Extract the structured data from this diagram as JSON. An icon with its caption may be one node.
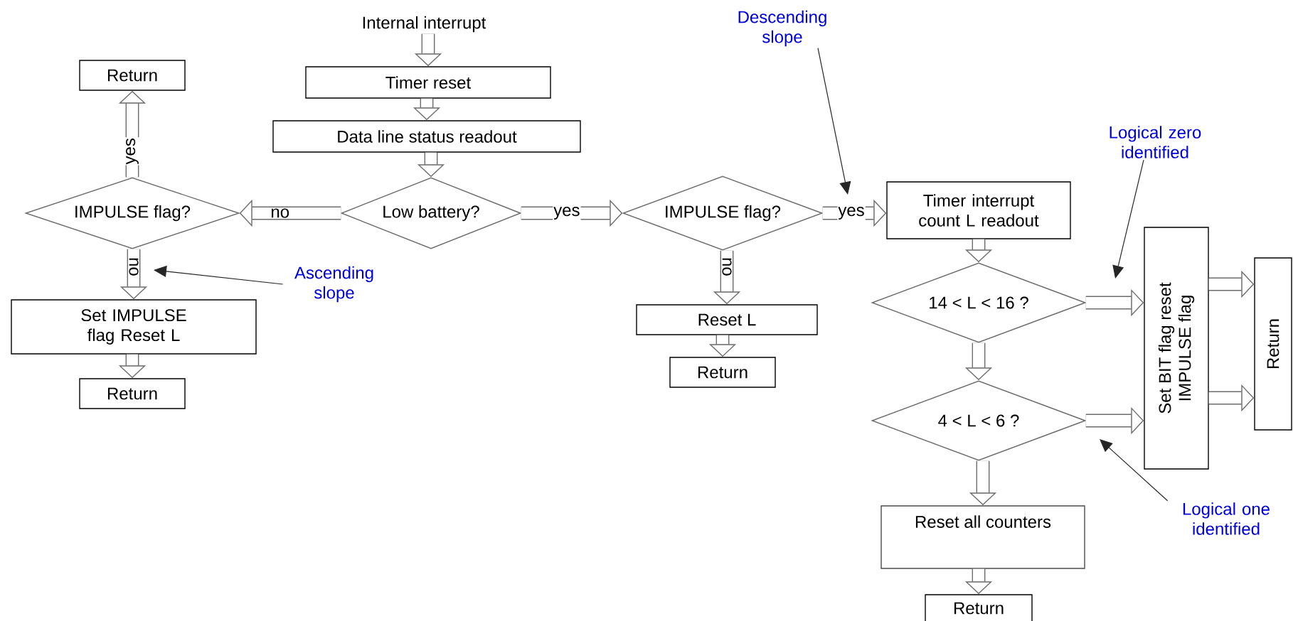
{
  "diagram": {
    "nodes": [
      {
        "text": [
          "Internal interrupt"
        ]
      },
      {
        "text": [
          "Timer reset"
        ]
      },
      {
        "text": [
          "Data line status readout"
        ]
      },
      {
        "text": [
          "Low battery?"
        ]
      },
      {
        "text": [
          "IMPULSE flag?"
        ]
      },
      {
        "text": [
          "Return"
        ]
      },
      {
        "text": [
          "Set IMPULSE flag Reset L"
        ]
      },
      {
        "text": [
          "Return"
        ]
      },
      {
        "text": [
          "IMPULSE flag?"
        ]
      },
      {
        "text": [
          "Reset L"
        ]
      },
      {
        "text": [
          "Return"
        ]
      },
      {
        "text": [
          "Timer interrupt count L readout"
        ]
      },
      {
        "text": [
          "14 < L < 16  ?"
        ]
      },
      {
        "text": [
          "4 < L < 6  ?"
        ]
      },
      {
        "text": [
          "Set BIT flag reset IMPULSE flag"
        ]
      },
      {
        "text": [
          "Return"
        ]
      },
      {
        "text": [
          "Reset all counters"
        ]
      },
      {
        "text": [
          "Return"
        ]
      },
      {
        "text": [
          "Ascending slope"
        ]
      },
      {
        "text": [
          "Descending slope"
        ]
      },
      {
        "text": [
          "Logical zero identified"
        ]
      },
      {
        "text": [
          "Logical one identified"
        ]
      }
    ],
    "edges": [
      {
        "from": 0,
        "to": 1,
        "arrow": "to"
      },
      {
        "from": 1,
        "to": 2,
        "arrow": "to"
      },
      {
        "from": 2,
        "to": 3,
        "arrow": "to"
      },
      {
        "from": 3,
        "to": 4,
        "arrow": "to",
        "label": "no"
      },
      {
        "from": 3,
        "to": 8,
        "arrow": "to",
        "label": "yes"
      },
      {
        "from": 4,
        "to": 5,
        "arrow": "to",
        "label": "yes"
      },
      {
        "from": 4,
        "to": 6,
        "arrow": "to",
        "label": "no"
      },
      {
        "from": 6,
        "to": 7,
        "arrow": "to"
      },
      {
        "from": 8,
        "to": 11,
        "arrow": "to",
        "label": "yes"
      },
      {
        "from": 8,
        "to": 9,
        "arrow": "to",
        "label": "no"
      },
      {
        "from": 9,
        "to": 10,
        "arrow": "to"
      },
      {
        "from": 11,
        "to": 12,
        "arrow": "to"
      },
      {
        "from": 12,
        "to": 14,
        "arrow": "to"
      },
      {
        "from": 12,
        "to": 13,
        "arrow": "to"
      },
      {
        "from": 13,
        "to": 14,
        "arrow": "to"
      },
      {
        "from": 13,
        "to": 16,
        "arrow": "to"
      },
      {
        "from": 16,
        "to": 17,
        "arrow": "to"
      },
      {
        "from": 14,
        "to": 15,
        "arrow": "to"
      },
      {
        "from": 14,
        "to": 15,
        "arrow": "to"
      },
      {
        "from": 18,
        "to": null,
        "arrow": "to"
      },
      {
        "from": 19,
        "to": null,
        "arrow": "to"
      },
      {
        "from": 20,
        "to": null,
        "arrow": "to"
      },
      {
        "from": 21,
        "to": null,
        "arrow": "to"
      }
    ]
  }
}
